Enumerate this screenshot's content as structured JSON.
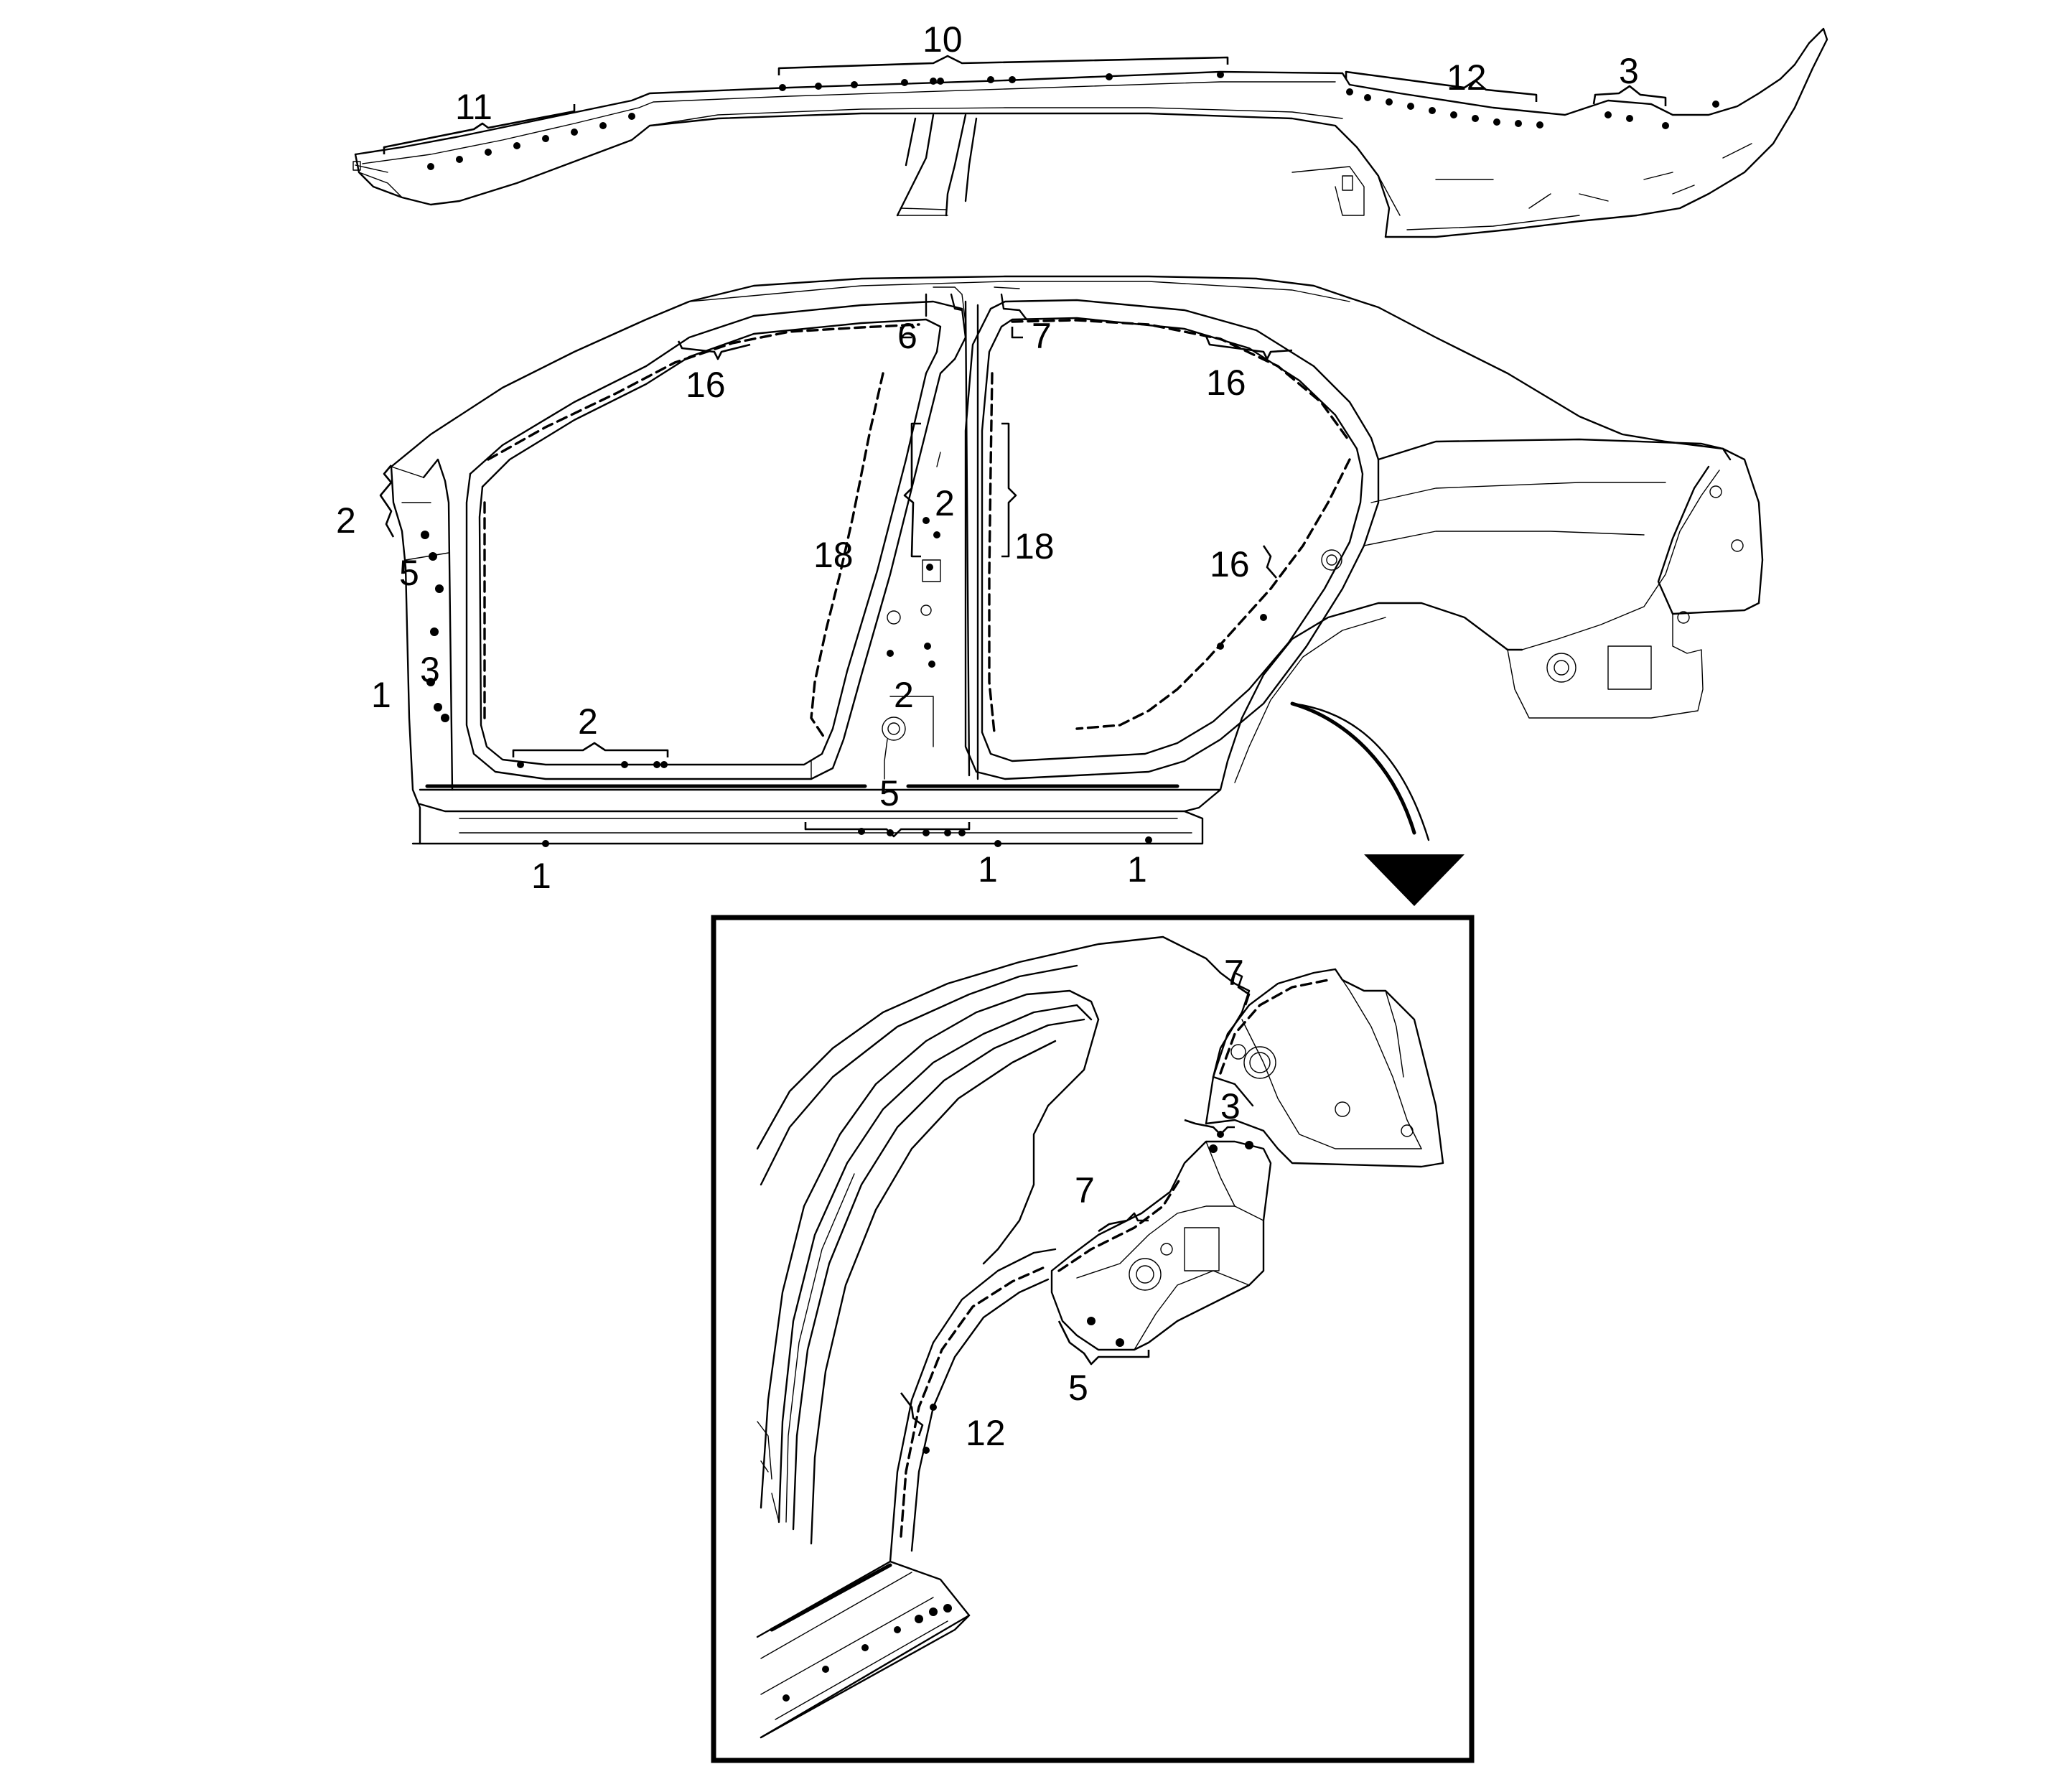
{
  "callouts": {
    "top": [
      {
        "id": "c-top-11",
        "label": "11"
      },
      {
        "id": "c-top-10",
        "label": "10"
      },
      {
        "id": "c-top-12",
        "label": "12"
      },
      {
        "id": "c-top-3",
        "label": "3"
      }
    ],
    "side": [
      {
        "id": "c-side-16a",
        "label": "16"
      },
      {
        "id": "c-side-6",
        "label": "6"
      },
      {
        "id": "c-side-7",
        "label": "7"
      },
      {
        "id": "c-side-16b",
        "label": "16"
      },
      {
        "id": "c-side-2a",
        "label": "2"
      },
      {
        "id": "c-side-5a",
        "label": "5"
      },
      {
        "id": "c-side-3",
        "label": "3"
      },
      {
        "id": "c-side-1a",
        "label": "1"
      },
      {
        "id": "c-side-18a",
        "label": "18"
      },
      {
        "id": "c-side-2b",
        "label": "2"
      },
      {
        "id": "c-side-18b",
        "label": "18"
      },
      {
        "id": "c-side-16c",
        "label": "16"
      },
      {
        "id": "c-side-2c",
        "label": "2"
      },
      {
        "id": "c-side-2d",
        "label": "2"
      },
      {
        "id": "c-side-5b",
        "label": "5"
      },
      {
        "id": "c-side-1b",
        "label": "1"
      },
      {
        "id": "c-side-1c",
        "label": "1"
      },
      {
        "id": "c-side-1d",
        "label": "1"
      }
    ],
    "inset": [
      {
        "id": "c-inset-7a",
        "label": "7"
      },
      {
        "id": "c-inset-3",
        "label": "3"
      },
      {
        "id": "c-inset-7b",
        "label": "7"
      },
      {
        "id": "c-inset-5",
        "label": "5"
      },
      {
        "id": "c-inset-12",
        "label": "12"
      }
    ]
  }
}
